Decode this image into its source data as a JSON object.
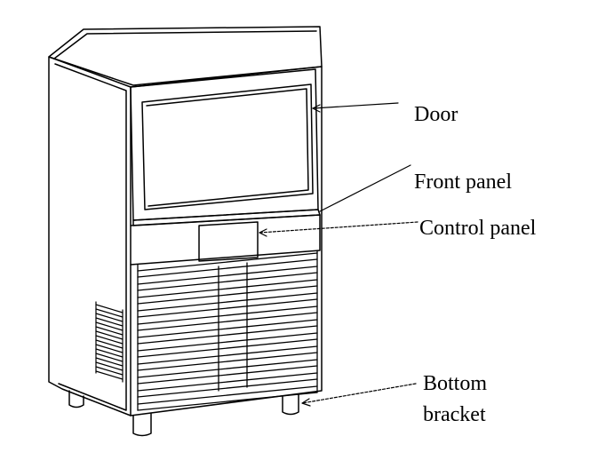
{
  "diagram": {
    "labels": {
      "door": "Door",
      "front_panel": "Front panel",
      "control_panel": "Control panel",
      "bottom_bracket_line1": "Bottom",
      "bottom_bracket_line2": "bracket"
    },
    "colors": {
      "stroke": "#000000",
      "background": "#ffffff"
    }
  }
}
